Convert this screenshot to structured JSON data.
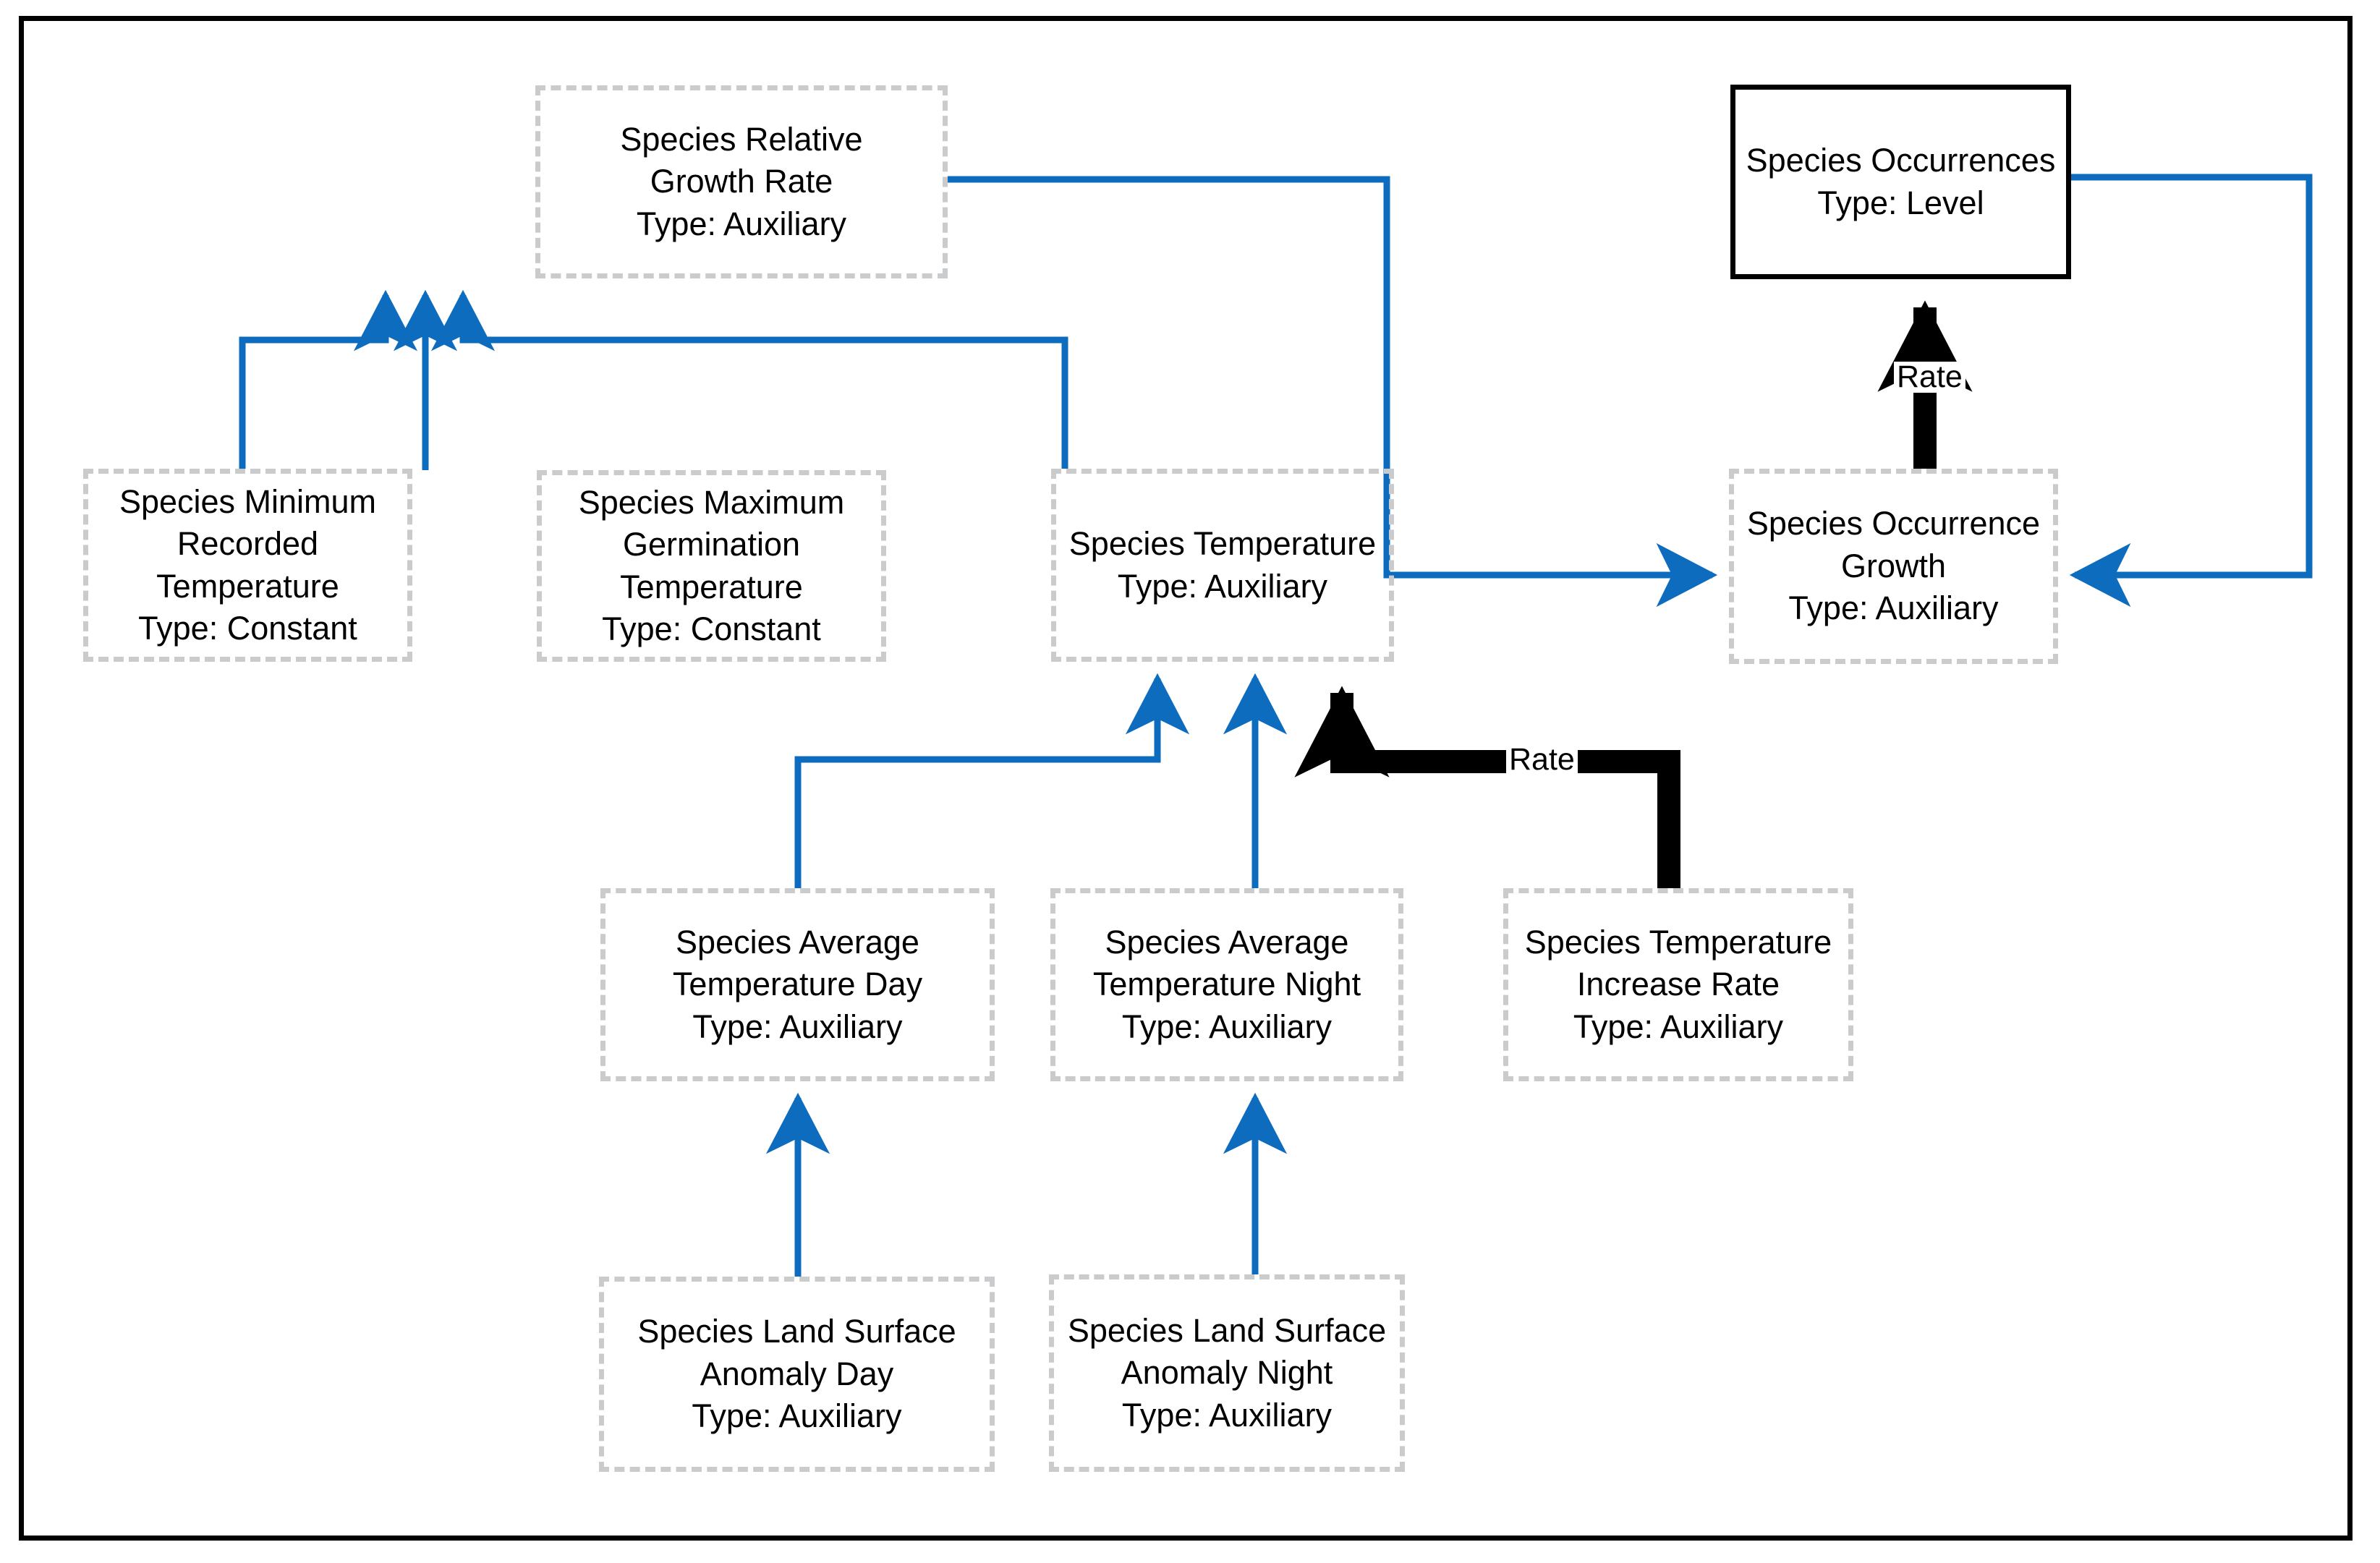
{
  "diagram": {
    "title": "Species Occurrences system dynamics stock-and-flow diagram",
    "colors": {
      "flow_blue": "#0E6CBE",
      "node_border_dashed": "#c9cbcd",
      "level_border": "#000000",
      "rate_arrow": "#000000",
      "background": "#ffffff"
    },
    "nodes": [
      {
        "id": "species-relative-growth-rate",
        "name": "Species Relative Growth Rate",
        "type_label": "Type: Auxiliary",
        "text": "Species Relative\nGrowth Rate\nType: Auxiliary",
        "style": "aux"
      },
      {
        "id": "species-occurrences",
        "name": "Species Occurrences",
        "type_label": "Type: Level",
        "text": "Species Occurrences\nType: Level",
        "style": "level"
      },
      {
        "id": "species-minimum-recorded-temperature",
        "name": "Species Minimum Recorded Temperature",
        "type_label": "Type: Constant",
        "text": "Species Minimum\nRecorded\nTemperature\nType: Constant",
        "style": "constant"
      },
      {
        "id": "species-maximum-germination-temperature",
        "name": "Species Maximum Germination Temperature",
        "type_label": "Type: Constant",
        "text": "Species Maximum\nGermination\nTemperature\nType: Constant",
        "style": "constant"
      },
      {
        "id": "species-temperature",
        "name": "Species Temperature",
        "type_label": "Type: Auxiliary",
        "text": "Species Temperature\nType: Auxiliary",
        "style": "aux"
      },
      {
        "id": "species-occurrence-growth",
        "name": "Species Occurrence Growth",
        "type_label": "Type: Auxiliary",
        "text": "Species Occurrence\nGrowth\nType: Auxiliary",
        "style": "aux"
      },
      {
        "id": "species-average-temperature-day",
        "name": "Species Average Temperature Day",
        "type_label": "Type: Auxiliary",
        "text": "Species Average\nTemperature Day\nType: Auxiliary",
        "style": "aux"
      },
      {
        "id": "species-average-temperature-night",
        "name": "Species Average Temperature Night",
        "type_label": "Type: Auxiliary",
        "text": "Species Average\nTemperature Night\nType: Auxiliary",
        "style": "aux"
      },
      {
        "id": "species-temperature-increase-rate",
        "name": "Species Temperature Increase Rate",
        "type_label": "Type: Auxiliary",
        "text": "Species Temperature\nIncrease Rate\nType: Auxiliary",
        "style": "aux"
      },
      {
        "id": "species-land-surface-anomaly-day",
        "name": "Species Land Surface Anomaly Day",
        "type_label": "Type: Auxiliary",
        "text": "Species Land Surface\nAnomaly Day\nType: Auxiliary",
        "style": "aux"
      },
      {
        "id": "species-land-surface-anomaly-night",
        "name": "Species Land Surface Anomaly Night",
        "type_label": "Type: Auxiliary",
        "text": "Species Land Surface\nAnomaly Night\nType: Auxiliary",
        "style": "aux"
      }
    ],
    "edge_labels": {
      "rate_occurrences": "Rate",
      "rate_temperature": "Rate"
    },
    "edges": [
      {
        "from": "species-minimum-recorded-temperature",
        "to": "species-relative-growth-rate",
        "kind": "influence"
      },
      {
        "from": "species-maximum-germination-temperature",
        "to": "species-relative-growth-rate",
        "kind": "influence"
      },
      {
        "from": "species-temperature",
        "to": "species-relative-growth-rate",
        "kind": "influence"
      },
      {
        "from": "species-relative-growth-rate",
        "to": "species-occurrence-growth",
        "kind": "influence"
      },
      {
        "from": "species-occurrences",
        "to": "species-occurrence-growth",
        "kind": "influence"
      },
      {
        "from": "species-occurrence-growth",
        "to": "species-occurrences",
        "kind": "rate",
        "label": "Rate"
      },
      {
        "from": "species-average-temperature-day",
        "to": "species-temperature",
        "kind": "influence"
      },
      {
        "from": "species-average-temperature-night",
        "to": "species-temperature",
        "kind": "influence"
      },
      {
        "from": "species-temperature-increase-rate",
        "to": "species-temperature",
        "kind": "rate",
        "label": "Rate"
      },
      {
        "from": "species-land-surface-anomaly-day",
        "to": "species-average-temperature-day",
        "kind": "influence"
      },
      {
        "from": "species-land-surface-anomaly-night",
        "to": "species-average-temperature-night",
        "kind": "influence"
      }
    ]
  }
}
